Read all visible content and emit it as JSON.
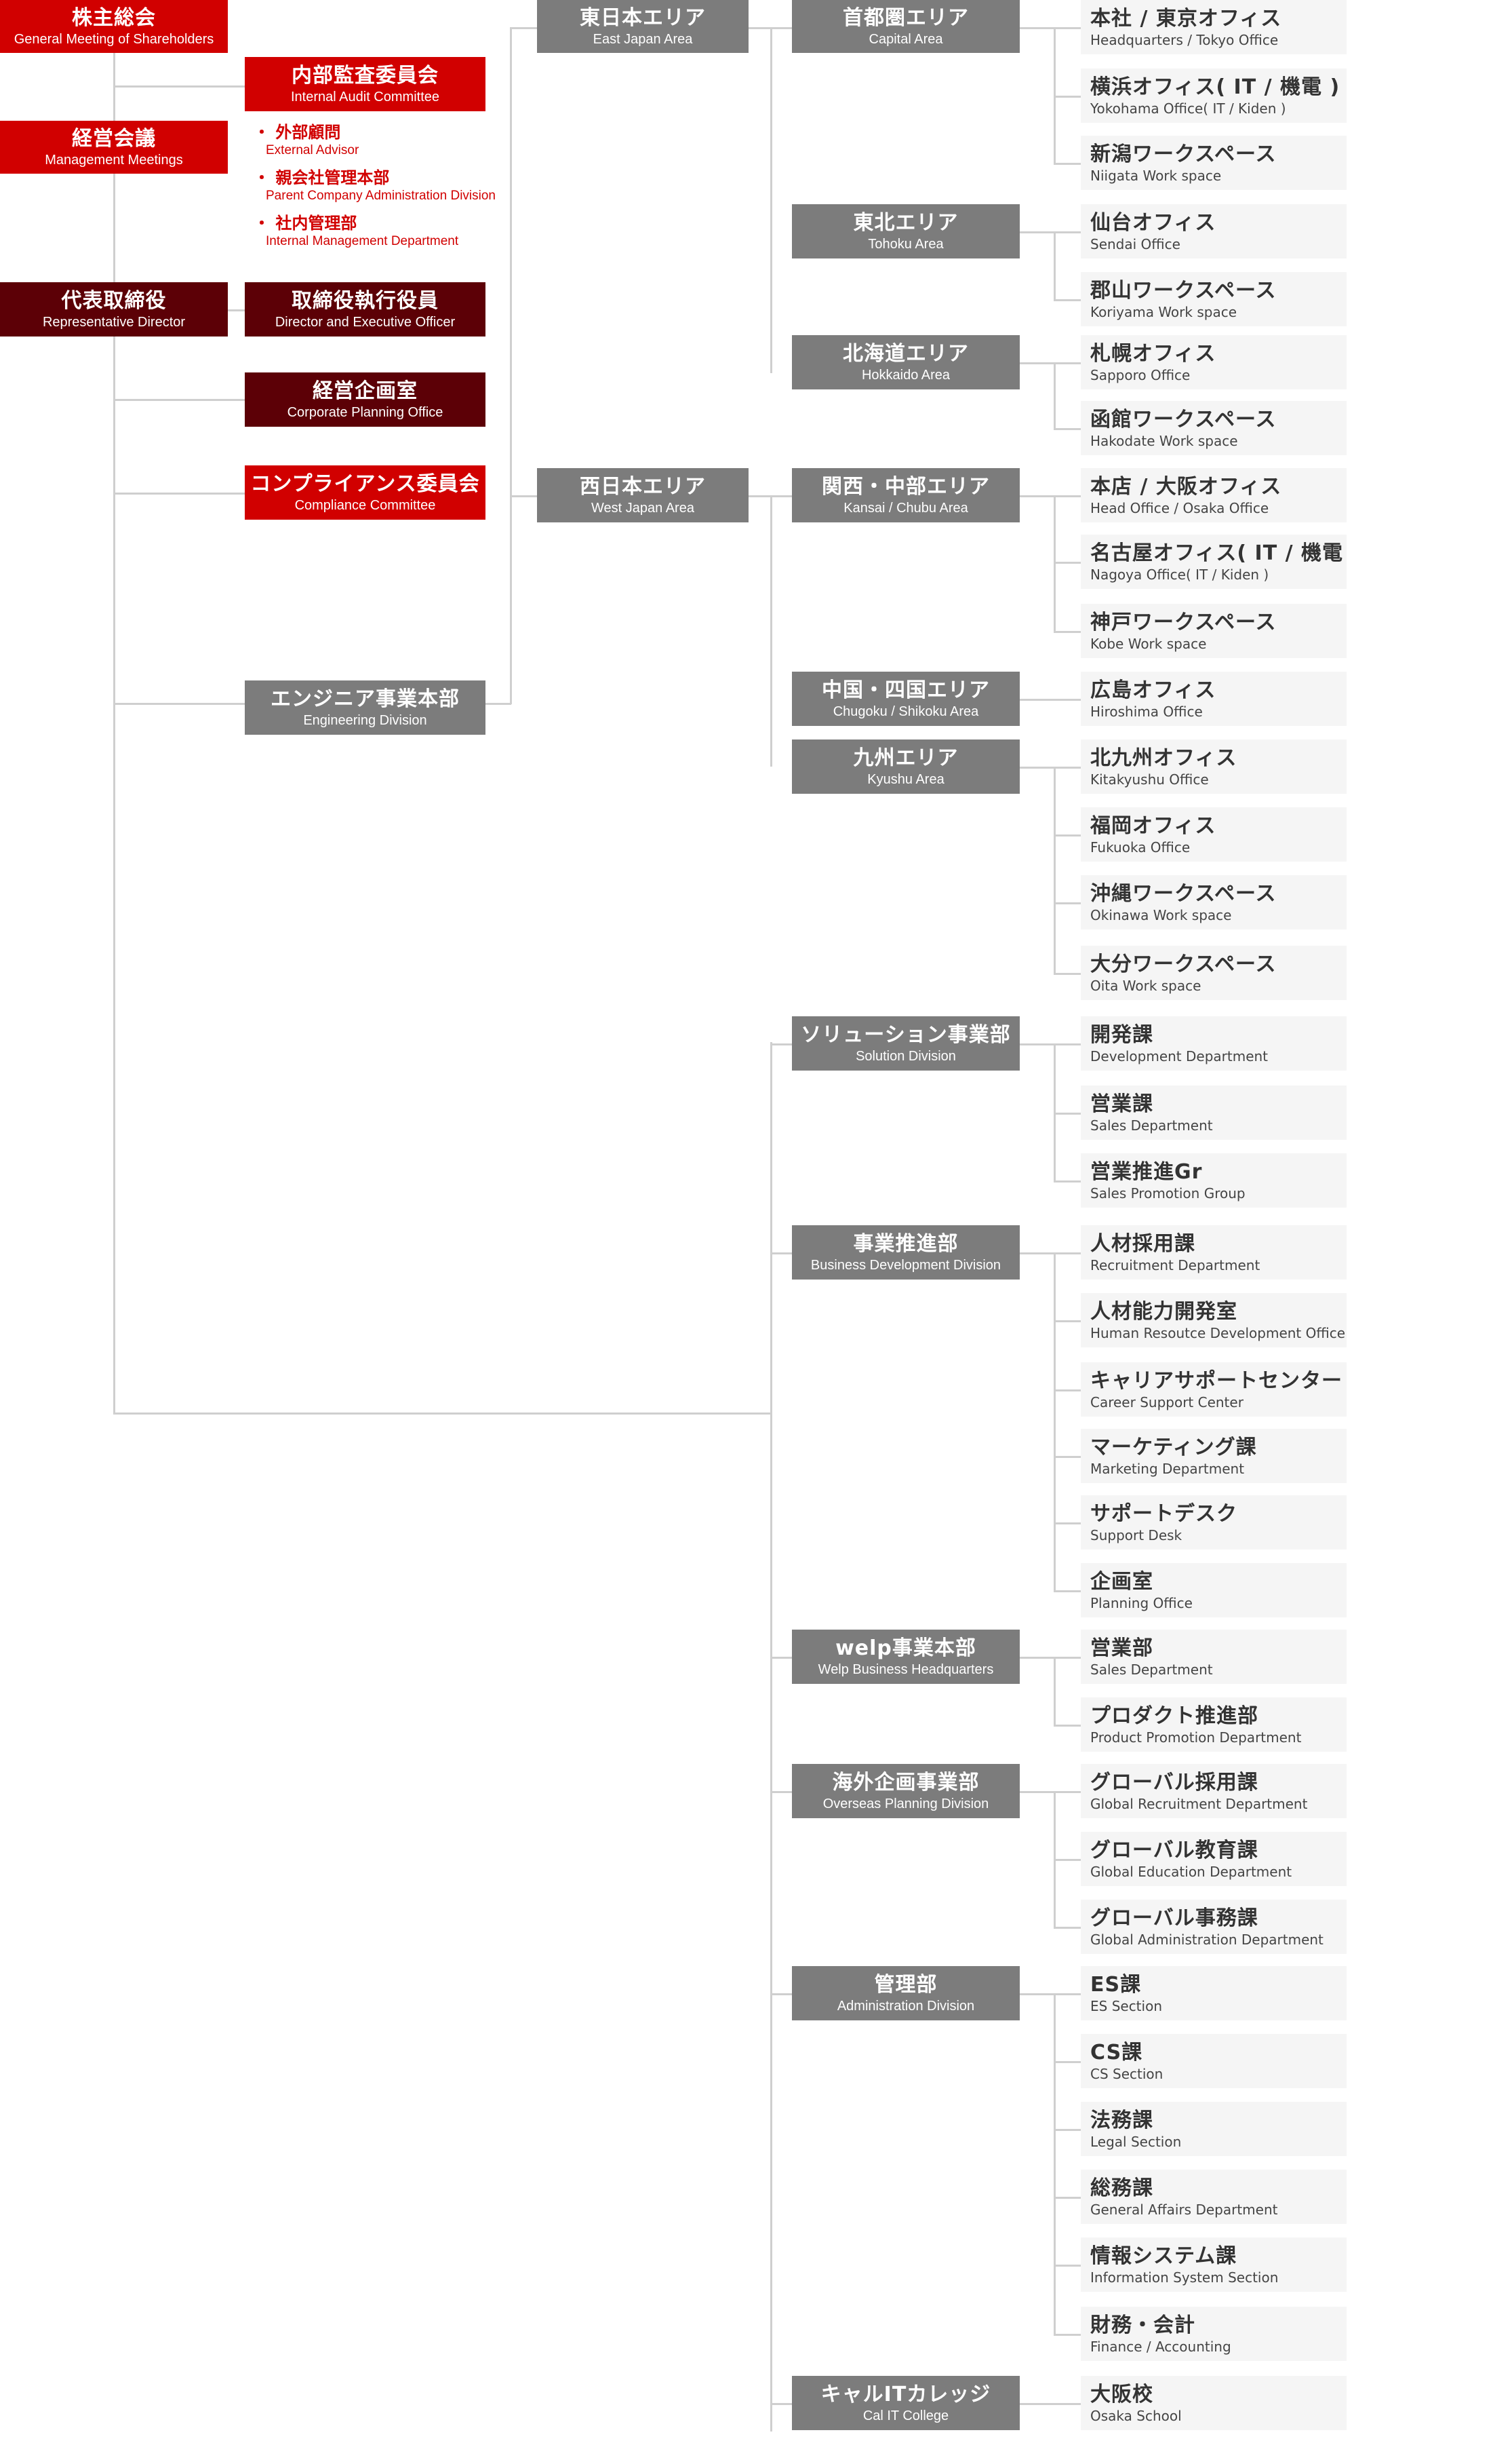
{
  "colors": {
    "red": "#d10000",
    "dark_red": "#5c0006",
    "gray": "#7c7c7c",
    "office_bg": "#f5f5f5",
    "connector": "#cfcfcf"
  },
  "governance": {
    "shareholders": {
      "jp": "株主総会",
      "en": "General Meeting of Shareholders"
    },
    "audit": {
      "jp": "内部監査委員会",
      "en": "Internal Audit Committee"
    },
    "management": {
      "jp": "経営会議",
      "en": "Management Meetings"
    },
    "advisors": [
      {
        "jp": "・ 外部顧問",
        "en": "External Advisor"
      },
      {
        "jp": "・ 親会社管理本部",
        "en": "Parent Company Administration Division"
      },
      {
        "jp": "・ 社内管理部",
        "en": "Internal Management Department"
      }
    ],
    "rep": {
      "jp": "代表取締役",
      "en": "Representative Director"
    },
    "exec": {
      "jp": "取締役執行役員",
      "en": "Director and Executive Officer"
    },
    "planning": {
      "jp": "経営企画室",
      "en": "Corporate Planning Office"
    },
    "compliance": {
      "jp": "コンプライアンス委員会",
      "en": "Compliance Committee"
    },
    "engineering": {
      "jp": "エンジニア事業本部",
      "en": "Engineering Division"
    }
  },
  "areas": {
    "east": {
      "jp": "東日本エリア",
      "en": "East Japan Area"
    },
    "west": {
      "jp": "西日本エリア",
      "en": "West Japan Area"
    }
  },
  "divisions": [
    {
      "jp": "首都圏エリア",
      "en": "Capital Area",
      "offices": [
        {
          "jp": "本社 / 東京オフィス",
          "en": "Headquarters / Tokyo Office"
        },
        {
          "jp": "横浜オフィス( IT / 機電 )",
          "en": "Yokohama Office( IT / Kiden )"
        },
        {
          "jp": "新潟ワークスペース",
          "en": "Niigata Work space"
        }
      ]
    },
    {
      "jp": "東北エリア",
      "en": "Tohoku Area",
      "offices": [
        {
          "jp": "仙台オフィス",
          "en": "Sendai Office"
        },
        {
          "jp": "郡山ワークスペース",
          "en": "Koriyama Work space"
        }
      ]
    },
    {
      "jp": "北海道エリア",
      "en": "Hokkaido Area",
      "offices": [
        {
          "jp": "札幌オフィス",
          "en": "Sapporo Office"
        },
        {
          "jp": "函館ワークスペース",
          "en": "Hakodate Work space"
        }
      ]
    },
    {
      "jp": "関西・中部エリア",
      "en": "Kansai / Chubu Area",
      "offices": [
        {
          "jp": "本店 / 大阪オフィス",
          "en": "Head Office / Osaka Office"
        },
        {
          "jp": "名古屋オフィス( IT / 機電 )",
          "en": "Nagoya Office( IT / Kiden )"
        },
        {
          "jp": "神戸ワークスペース",
          "en": "Kobe Work space"
        }
      ]
    },
    {
      "jp": "中国・四国エリア",
      "en": "Chugoku / Shikoku Area",
      "offices": [
        {
          "jp": "広島オフィス",
          "en": "Hiroshima Office"
        }
      ]
    },
    {
      "jp": "九州エリア",
      "en": "Kyushu Area",
      "offices": [
        {
          "jp": "北九州オフィス",
          "en": "Kitakyushu Office"
        },
        {
          "jp": "福岡オフィス",
          "en": "Fukuoka Office"
        },
        {
          "jp": "沖縄ワークスペース",
          "en": "Okinawa Work space"
        },
        {
          "jp": "大分ワークスペース",
          "en": "Oita Work space"
        }
      ]
    },
    {
      "jp": "ソリューション事業部",
      "en": "Solution Division",
      "offices": [
        {
          "jp": "開発課",
          "en": "Development Department"
        },
        {
          "jp": "営業課",
          "en": "Sales Department"
        },
        {
          "jp": "営業推進Gr",
          "en": "Sales Promotion Group"
        }
      ]
    },
    {
      "jp": "事業推進部",
      "en": "Business Development Division",
      "offices": [
        {
          "jp": "人材採用課",
          "en": "Recruitment Department"
        },
        {
          "jp": "人材能力開発室",
          "en": "Human Resoutce Development Office"
        },
        {
          "jp": "キャリアサポートセンター",
          "en": "Career Support Center"
        },
        {
          "jp": "マーケティング課",
          "en": "Marketing Department"
        },
        {
          "jp": "サポートデスク",
          "en": "Support Desk"
        },
        {
          "jp": "企画室",
          "en": "Planning Office"
        }
      ]
    },
    {
      "jp": "welp事業本部",
      "en": "Welp Business Headquarters",
      "offices": [
        {
          "jp": "営業部",
          "en": "Sales Department"
        },
        {
          "jp": "プロダクト推進部",
          "en": "Product Promotion Department"
        }
      ]
    },
    {
      "jp": "海外企画事業部",
      "en": "Overseas Planning Division",
      "offices": [
        {
          "jp": "グローバル採用課",
          "en": "Global Recruitment Department"
        },
        {
          "jp": "グローバル教育課",
          "en": "Global Education Department"
        },
        {
          "jp": "グローバル事務課",
          "en": "Global Administration Department"
        }
      ]
    },
    {
      "jp": "管理部",
      "en": "Administration Division",
      "offices": [
        {
          "jp": "ES課",
          "en": "ES Section"
        },
        {
          "jp": "CS課",
          "en": "CS Section"
        },
        {
          "jp": "法務課",
          "en": "Legal Section"
        },
        {
          "jp": "総務課",
          "en": "General Affairs Department"
        },
        {
          "jp": "情報システム課",
          "en": "Information System Section"
        },
        {
          "jp": "財務・会計",
          "en": "Finance / Accounting"
        }
      ]
    },
    {
      "jp": "キャルITカレッジ",
      "en": "Cal IT College",
      "offices": [
        {
          "jp": "大阪校",
          "en": "Osaka School"
        }
      ]
    }
  ]
}
